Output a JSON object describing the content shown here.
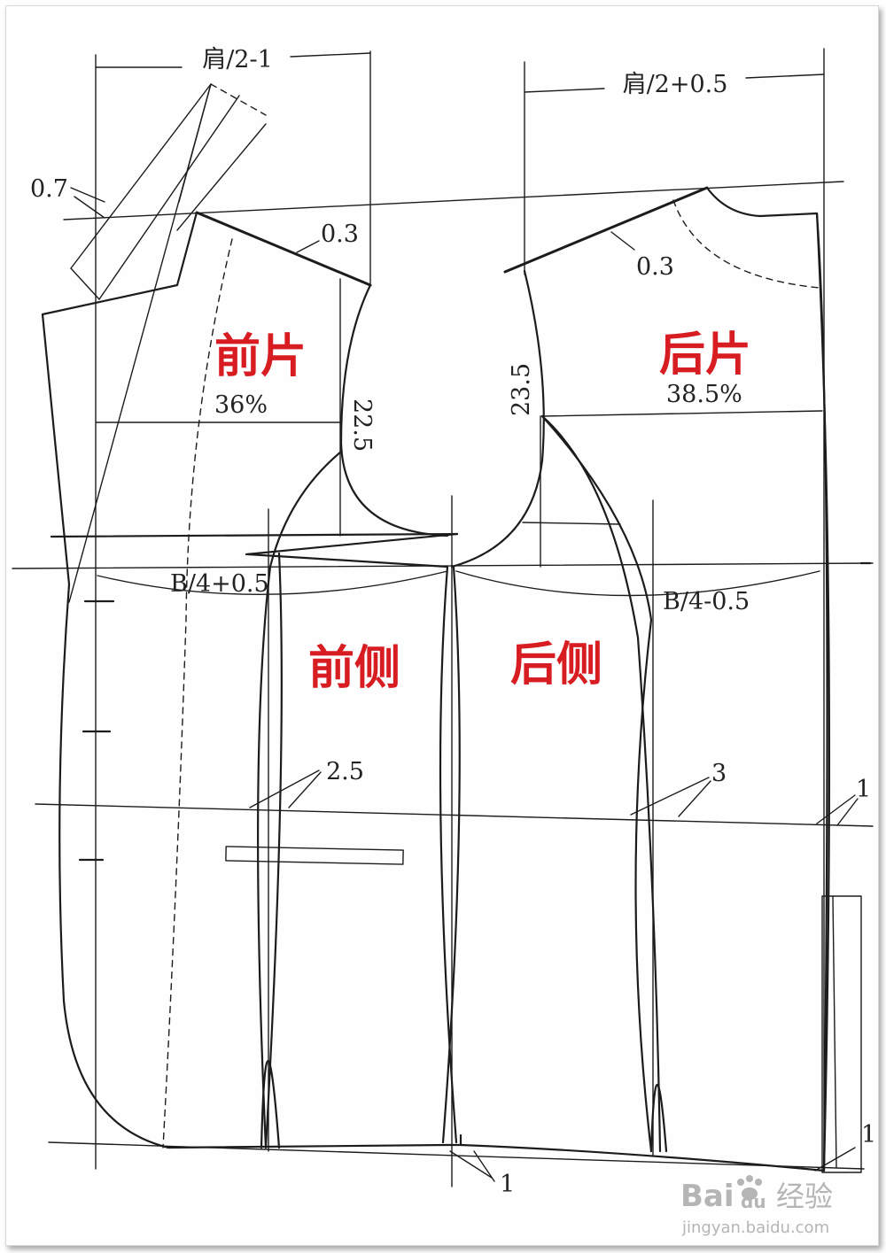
{
  "panels": {
    "front": "前片",
    "back": "后片",
    "front_side": "前侧",
    "back_side": "后侧"
  },
  "measurements": {
    "front_shoulder": "肩/2-1",
    "back_shoulder": "肩/2+0.5",
    "collar_offset": "0.7",
    "front_shoulder_slope": "0.3",
    "back_shoulder_slope": "0.3",
    "front_chest_width": "36%",
    "back_chest_width": "38.5%",
    "front_armhole_depth": "22.5",
    "back_armhole_depth": "23.5",
    "front_bust": "B/4+0.5",
    "back_bust": "B/4-0.5",
    "front_dart": "2.5",
    "back_dart": "3",
    "back_seam_suppression": "1",
    "hem_drop": "1"
  },
  "watermark": {
    "brand": "Bai",
    "brand_mark": "du",
    "service": "经验",
    "url": "jingyan.baidu.com"
  },
  "colors": {
    "line": "#1c1c1c",
    "label": "#d81d22",
    "watermark": "#b5b5b5"
  }
}
